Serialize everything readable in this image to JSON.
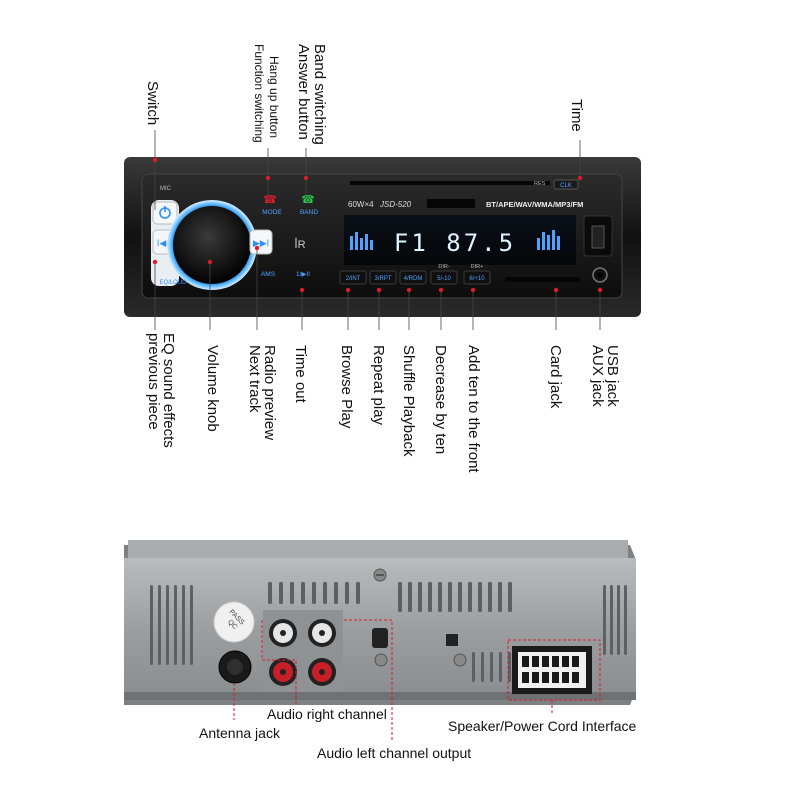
{
  "front_panel": {
    "labels_top": {
      "switch": "Switch",
      "hang_up": [
        "Hang up button",
        "Function switching"
      ],
      "band_switching": [
        "Band switching",
        "Answer button"
      ],
      "time": "Time"
    },
    "labels_bottom": {
      "eq": [
        "EQ sound effects",
        "previous piece"
      ],
      "volume": "Volume knob",
      "radio": [
        "Radio preview",
        "Next track"
      ],
      "time_out": "Time out",
      "browse": "Browse Play",
      "repeat": "Repeat play",
      "shuffle": "Shuffle Playback",
      "decrease": "Decrease by ten",
      "add_ten": "Add ten to the front",
      "card": "Card jack",
      "usb": [
        "USB jack",
        "AUX jack"
      ]
    },
    "unit_text": {
      "mic": "MIC",
      "mode": "MODE",
      "band": "BAND",
      "power_rating": "60W×4",
      "model": "JSD-520",
      "formats": "BT/APE/WAV/WMA/MP3/FM",
      "display": "F1 87.5",
      "res": "RES",
      "clk": "CLK",
      "eq_loud": "EQ/LOUD",
      "ams": "AMS",
      "btn1": "1/▶II",
      "btn2": "2/INT",
      "btn3": "3/RPT",
      "btn4": "4/RDM",
      "btn5": "5/-10",
      "btn6": "6/+10",
      "dir_minus": "DIR-",
      "dir_plus": "DIR+"
    }
  },
  "rear_panel": {
    "stamp": [
      "PASS",
      "QC"
    ],
    "labels": {
      "audio_right": "Audio right channel",
      "speaker": "Speaker/Power Cord Interface",
      "antenna": "Antenna jack",
      "audio_left": "Audio left channel output"
    }
  },
  "colors": {
    "leader_line": "#d81e2a",
    "unit_body": "#1b1b1b",
    "display_text": "#dff4ff",
    "accent_blue": "#2f8fff",
    "metal": "#9a9d9f"
  }
}
